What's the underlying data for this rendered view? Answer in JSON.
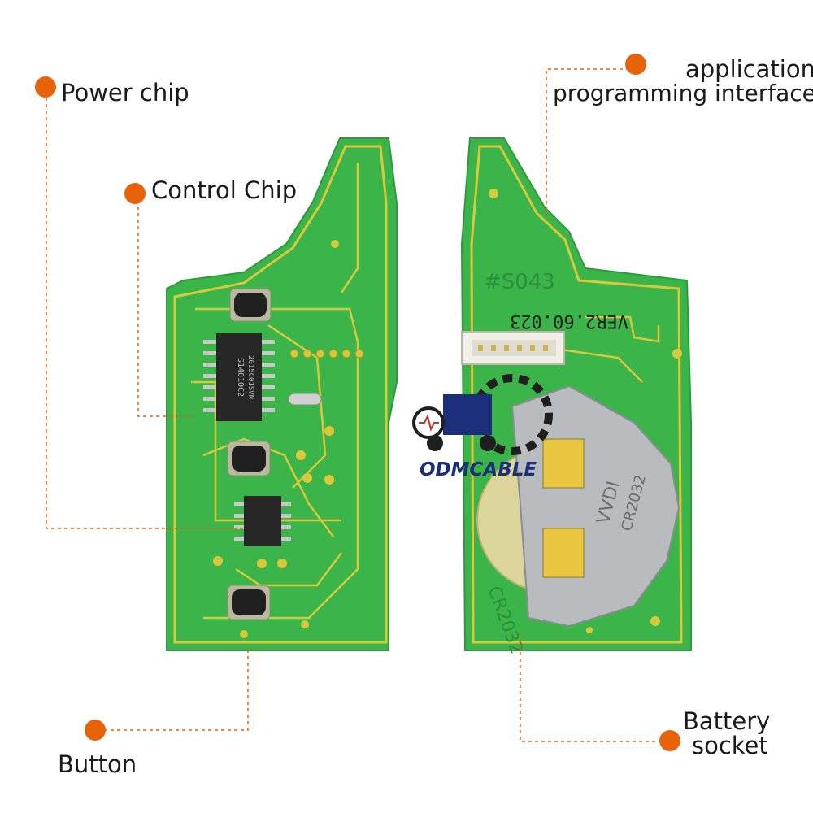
{
  "labels": {
    "power_chip": "Power chip",
    "control_chip": "Control Chip",
    "button": "Button",
    "api_line1": "application",
    "api_line2": "programming interface",
    "battery_line1": "Battery",
    "battery_line2": "socket"
  },
  "pcb_markings": {
    "chip_top": "S1401OC2",
    "chip_top_2": "2015C01SVN",
    "board_id": "#S043",
    "version": "VER2.60.023",
    "battery_clip": "VVDI",
    "battery_clip_2": "CR2032",
    "battery_type": "CR2032"
  },
  "watermark": "ODMCABLE",
  "colors": {
    "pcb_green": "#3bb54a",
    "trace_yellow": "#d8c93c",
    "callout_orange": "#e8620a",
    "leader_line": "#e8620a"
  }
}
